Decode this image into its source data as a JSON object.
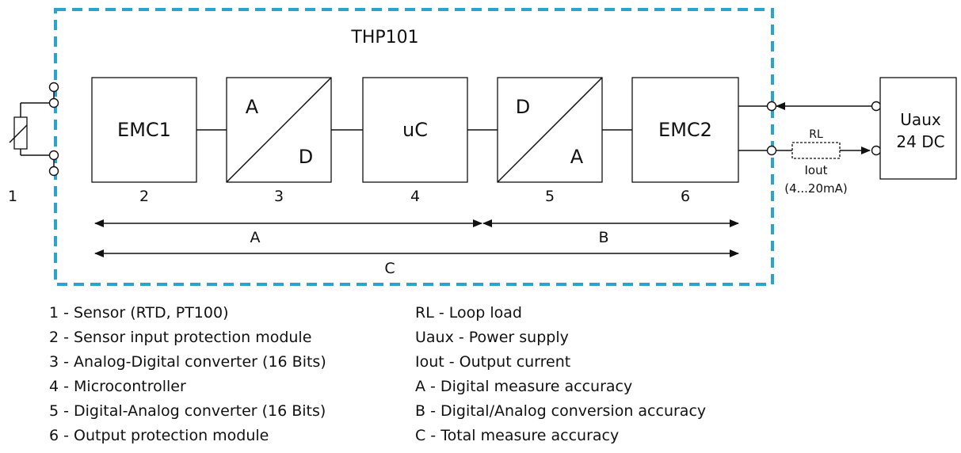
{
  "device_title": "THP101",
  "colors": {
    "boundary": "#2aa3cf",
    "line": "#111111"
  },
  "blocks": {
    "emc1": "EMC1",
    "adc_in": "A",
    "adc_out": "D",
    "uc": "uC",
    "dac_in": "D",
    "dac_out": "A",
    "emc2": "EMC2",
    "uaux_line1": "Uaux",
    "uaux_line2": "24 DC"
  },
  "numbers": [
    "1",
    "2",
    "3",
    "4",
    "5",
    "6"
  ],
  "loop": {
    "rl": "RL",
    "iout": "Iout",
    "range": "(4...20mA)",
    "plus": "+",
    "minus": "-"
  },
  "spans": {
    "a": "A",
    "b": "B",
    "c": "C"
  },
  "legend_left": [
    "1 - Sensor (RTD, PT100)",
    "2 - Sensor input protection module",
    "3 - Analog-Digital converter (16 Bits)",
    "4 - Microcontroller",
    "5 - Digital-Analog converter (16 Bits)",
    "6 - Output protection module"
  ],
  "legend_right": [
    "RL - Loop load",
    "Uaux - Power supply",
    "Iout - Output current",
    "A - Digital measure accuracy",
    "B - Digital/Analog conversion accuracy",
    "C - Total measure accuracy"
  ]
}
